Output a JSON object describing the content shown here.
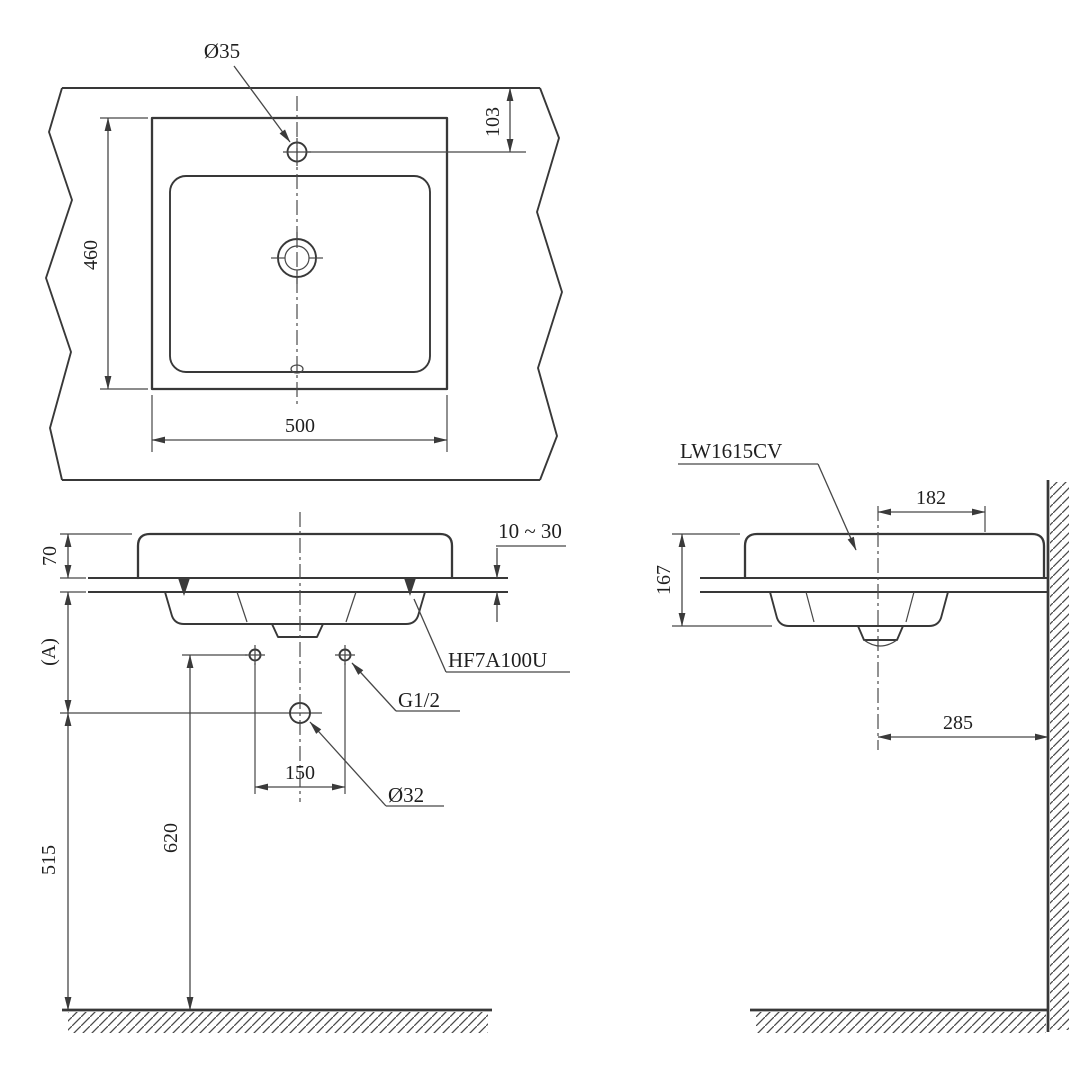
{
  "drawing": {
    "background": "#ffffff",
    "line_color": "#383838",
    "plan_view": {
      "faucet_hole_label": "Ø35",
      "dim_faucet_offset": "103",
      "dim_depth": "460",
      "dim_width": "500"
    },
    "front_view": {
      "dim_rim_height": "70",
      "dim_a": "(A)",
      "dim_counter_thickness": "10 ~ 30",
      "fixing_label": "HF7A100U",
      "supply_label": "G1/2",
      "drain_label": "Ø32",
      "dim_supply_spacing": "150",
      "dim_supply_height": "620",
      "dim_drain_height": "515"
    },
    "side_view": {
      "model_label": "LW1615CV",
      "dim_front_overhang": "182",
      "dim_total_height": "167",
      "dim_drain_to_wall": "285"
    }
  }
}
